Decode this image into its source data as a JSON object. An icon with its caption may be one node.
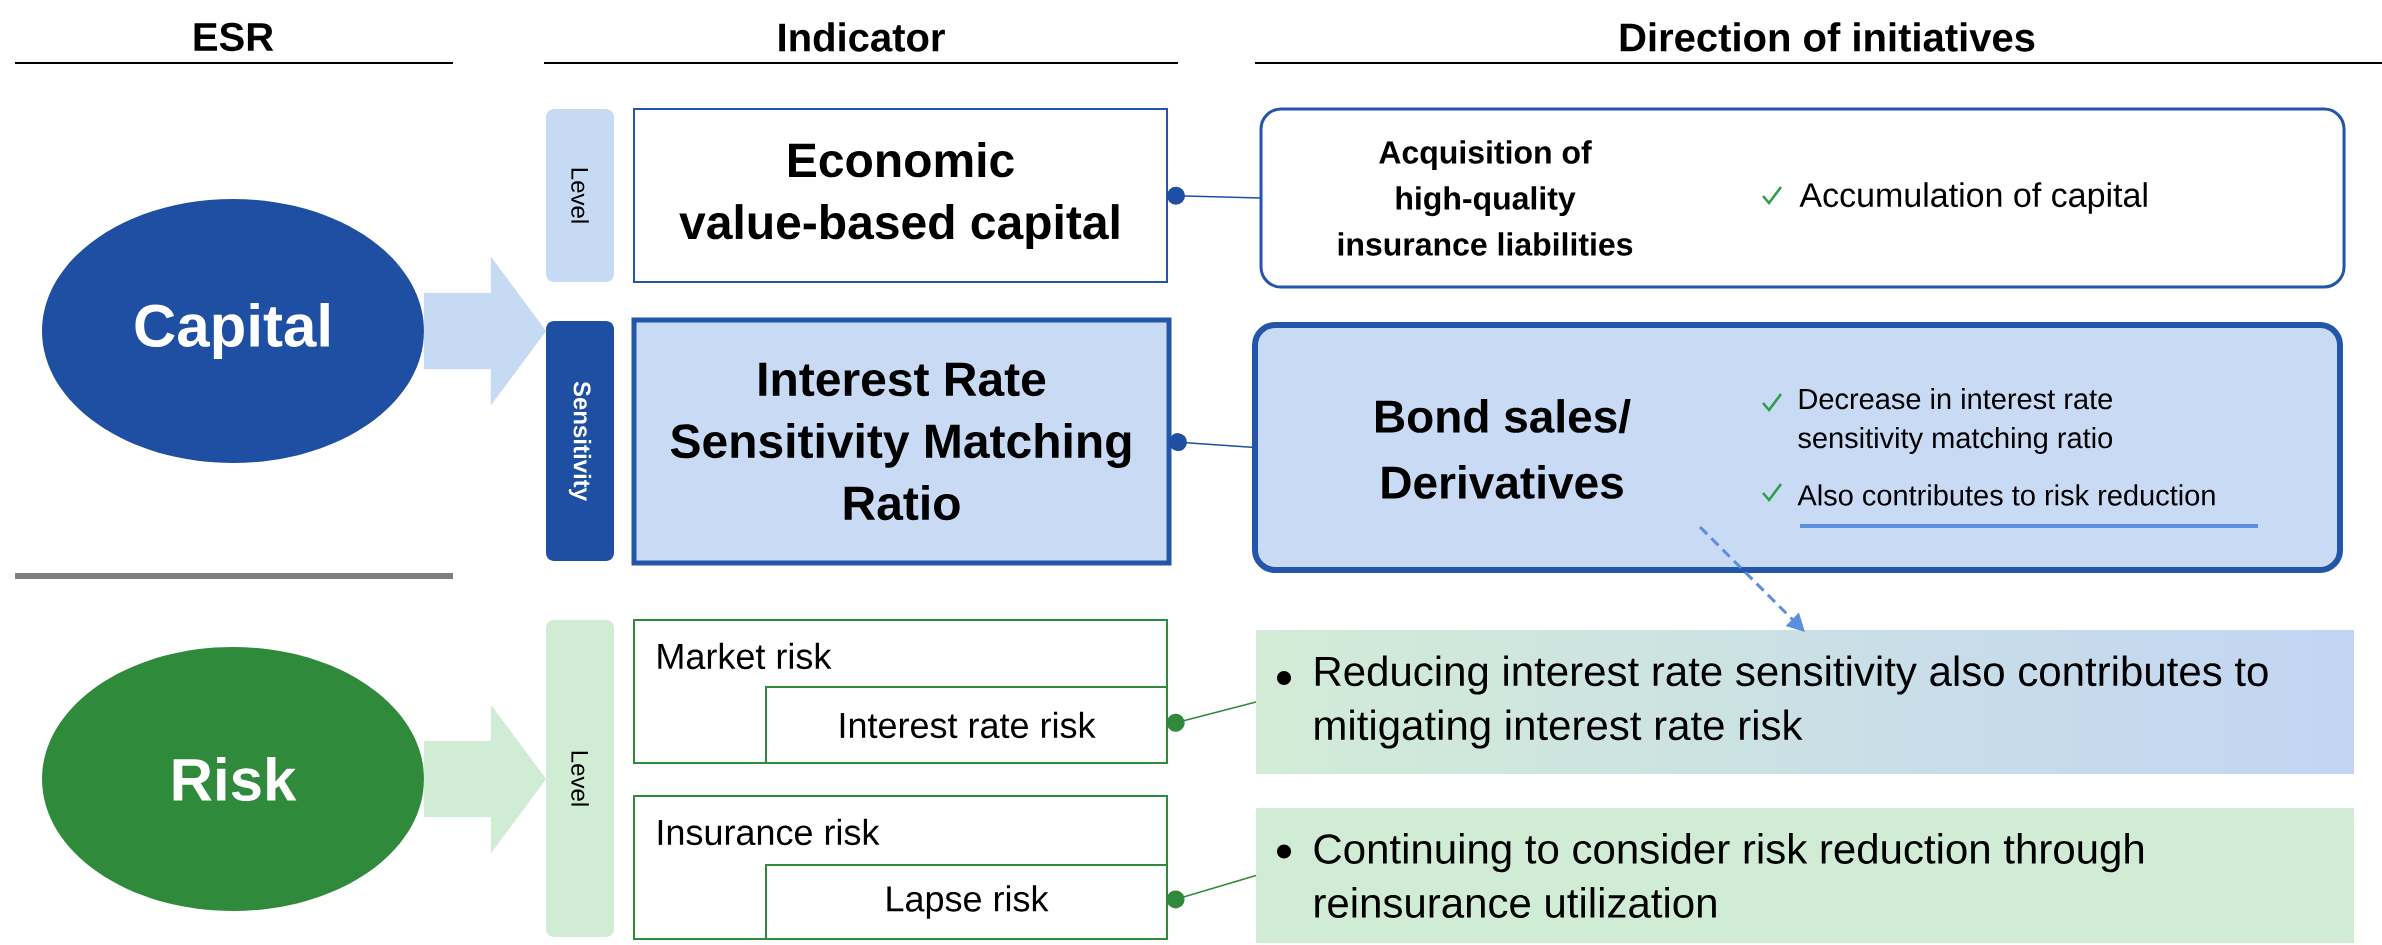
{
  "diagram": {
    "nodes": [
      {
        "text": [
          "Capital"
        ]
      },
      {
        "text": [
          "Level"
        ]
      },
      {
        "text": [
          "Economic value-based capital"
        ]
      },
      {
        "text": [
          "Acquisition of high-quality insurance liabilities",
          "Accumulation of capital"
        ]
      },
      {
        "text": [
          "Sensitivity"
        ]
      },
      {
        "text": [
          "Interest Rate Sensitivity Matching Ratio"
        ]
      },
      {
        "text": [
          "Bond sales/ Derivatives",
          "Decrease in interest rate sensitivity matching ratio",
          "Also contributes to risk reduction"
        ]
      },
      {
        "text": [
          "Risk"
        ]
      },
      {
        "text": [
          "Level"
        ]
      },
      {
        "text": [
          "Market risk"
        ]
      },
      {
        "text": [
          "Interest rate risk"
        ],
        "in": 9
      },
      {
        "text": [
          "Reducing interest rate sensitivity also contributes to mitigating interest rate risk"
        ]
      },
      {
        "text": [
          "Insurance risk"
        ]
      },
      {
        "text": [
          "Lapse risk"
        ],
        "in": 12
      },
      {
        "text": [
          "Continuing to consider risk reduction through reinsurance utilization"
        ]
      }
    ],
    "edges": [
      {
        "from": 0,
        "to": 4,
        "arrow": "to",
        "style": "thick",
        "color": "#c6daf3"
      },
      {
        "from": 2,
        "to": 3,
        "arrow": "other",
        "color": "#1e4fa3"
      },
      {
        "from": 5,
        "to": 6,
        "arrow": "other",
        "color": "#1e4fa3"
      },
      {
        "from": 6,
        "to": 11,
        "arrow": "to",
        "style": "dashed",
        "color": "#5b8fe0"
      },
      {
        "from": 7,
        "to": 8,
        "arrow": "to",
        "style": "thick",
        "color": "#d0ecd5"
      },
      {
        "from": 10,
        "to": 11,
        "arrow": "other",
        "color": "#2f8a3b"
      },
      {
        "from": 13,
        "to": 14,
        "arrow": "other",
        "color": "#2f8a3b"
      }
    ],
    "labels": [
      "ESR",
      "Indicator",
      "Direction of initiatives"
    ]
  }
}
